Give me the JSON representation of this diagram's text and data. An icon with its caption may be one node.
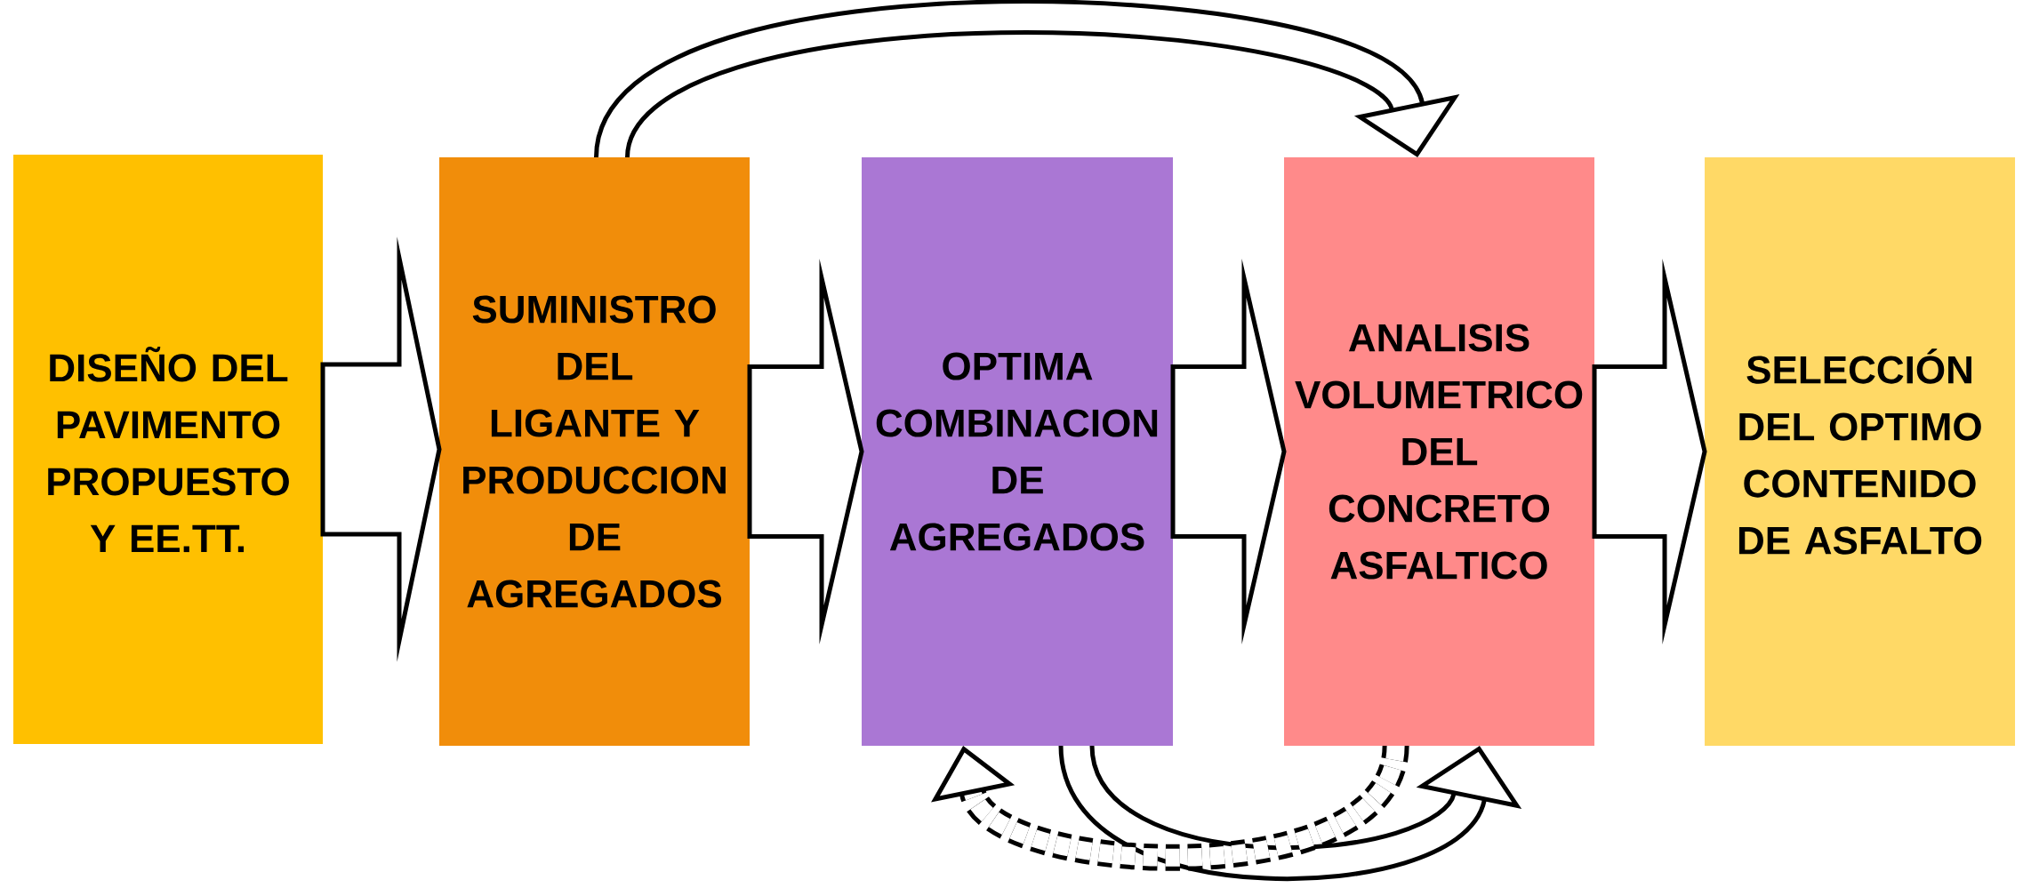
{
  "diagram": {
    "nodes": [
      {
        "text": [
          "DISEÑO DEL PAVIMENTO PROPUESTO Y EE.TT."
        ]
      },
      {
        "text": [
          "SUMINISTRO DEL LIGANTE Y PRODUCCION DE AGREGADOS"
        ]
      },
      {
        "text": [
          "OPTIMA COMBINACION DE AGREGADOS"
        ]
      },
      {
        "text": [
          "ANALISIS VOLUMETRICO DEL CONCRETO ASFALTICO"
        ]
      },
      {
        "text": [
          "SELECCIÓN DEL OPTIMO CONTENIDO DE ASFALTO"
        ]
      }
    ],
    "edges": [
      {
        "from": 0,
        "to": 1,
        "arrow": "to"
      },
      {
        "from": 1,
        "to": 2,
        "arrow": "to"
      },
      {
        "from": 2,
        "to": 3,
        "arrow": "to"
      },
      {
        "from": 3,
        "to": 4,
        "arrow": "to"
      },
      {
        "from": 1,
        "to": 3,
        "arrow": "to"
      },
      {
        "from": 2,
        "to": 3,
        "arrow": "to"
      },
      {
        "from": 3,
        "to": 2,
        "arrow": "to",
        "style": "dashed"
      }
    ]
  }
}
